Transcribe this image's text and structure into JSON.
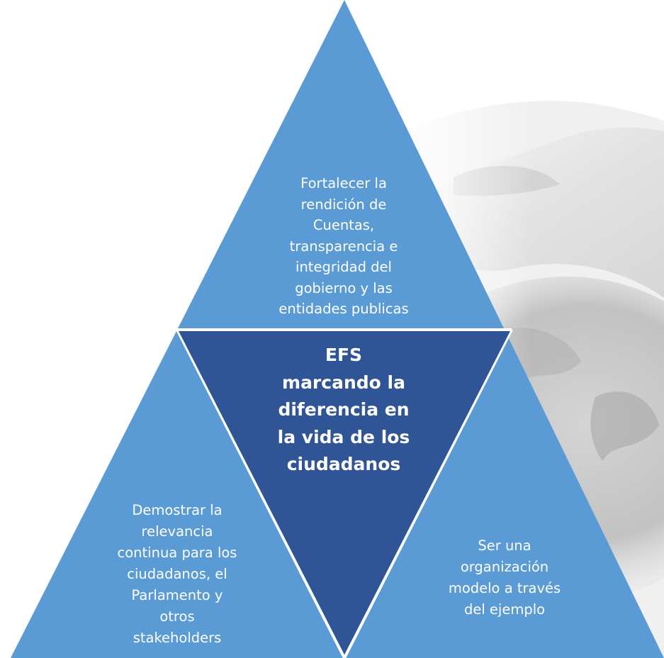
{
  "diagram": {
    "colors": {
      "outer_triangle": "#5b9bd5",
      "center_triangle": "#2f5597",
      "divider": "#ffffff",
      "text": "#ffffff"
    },
    "background_image": "hands-holding-globe-faded",
    "center": {
      "text": "EFS\nmarcando la\ndiferencia en\nla vida de los\nciudadanos"
    },
    "top": {
      "text": "Fortalecer la\nrendición de\nCuentas,\ntransparencia e\nintegridad del\ngobierno y las\nentidades publicas"
    },
    "left": {
      "text": "Demostrar la\nrelevancia\ncontinua para los\nciudadanos, el\nParlamento y\notros\nstakeholders"
    },
    "right": {
      "text": "Ser una\norganización\nmodelo a través\ndel ejemplo"
    }
  }
}
